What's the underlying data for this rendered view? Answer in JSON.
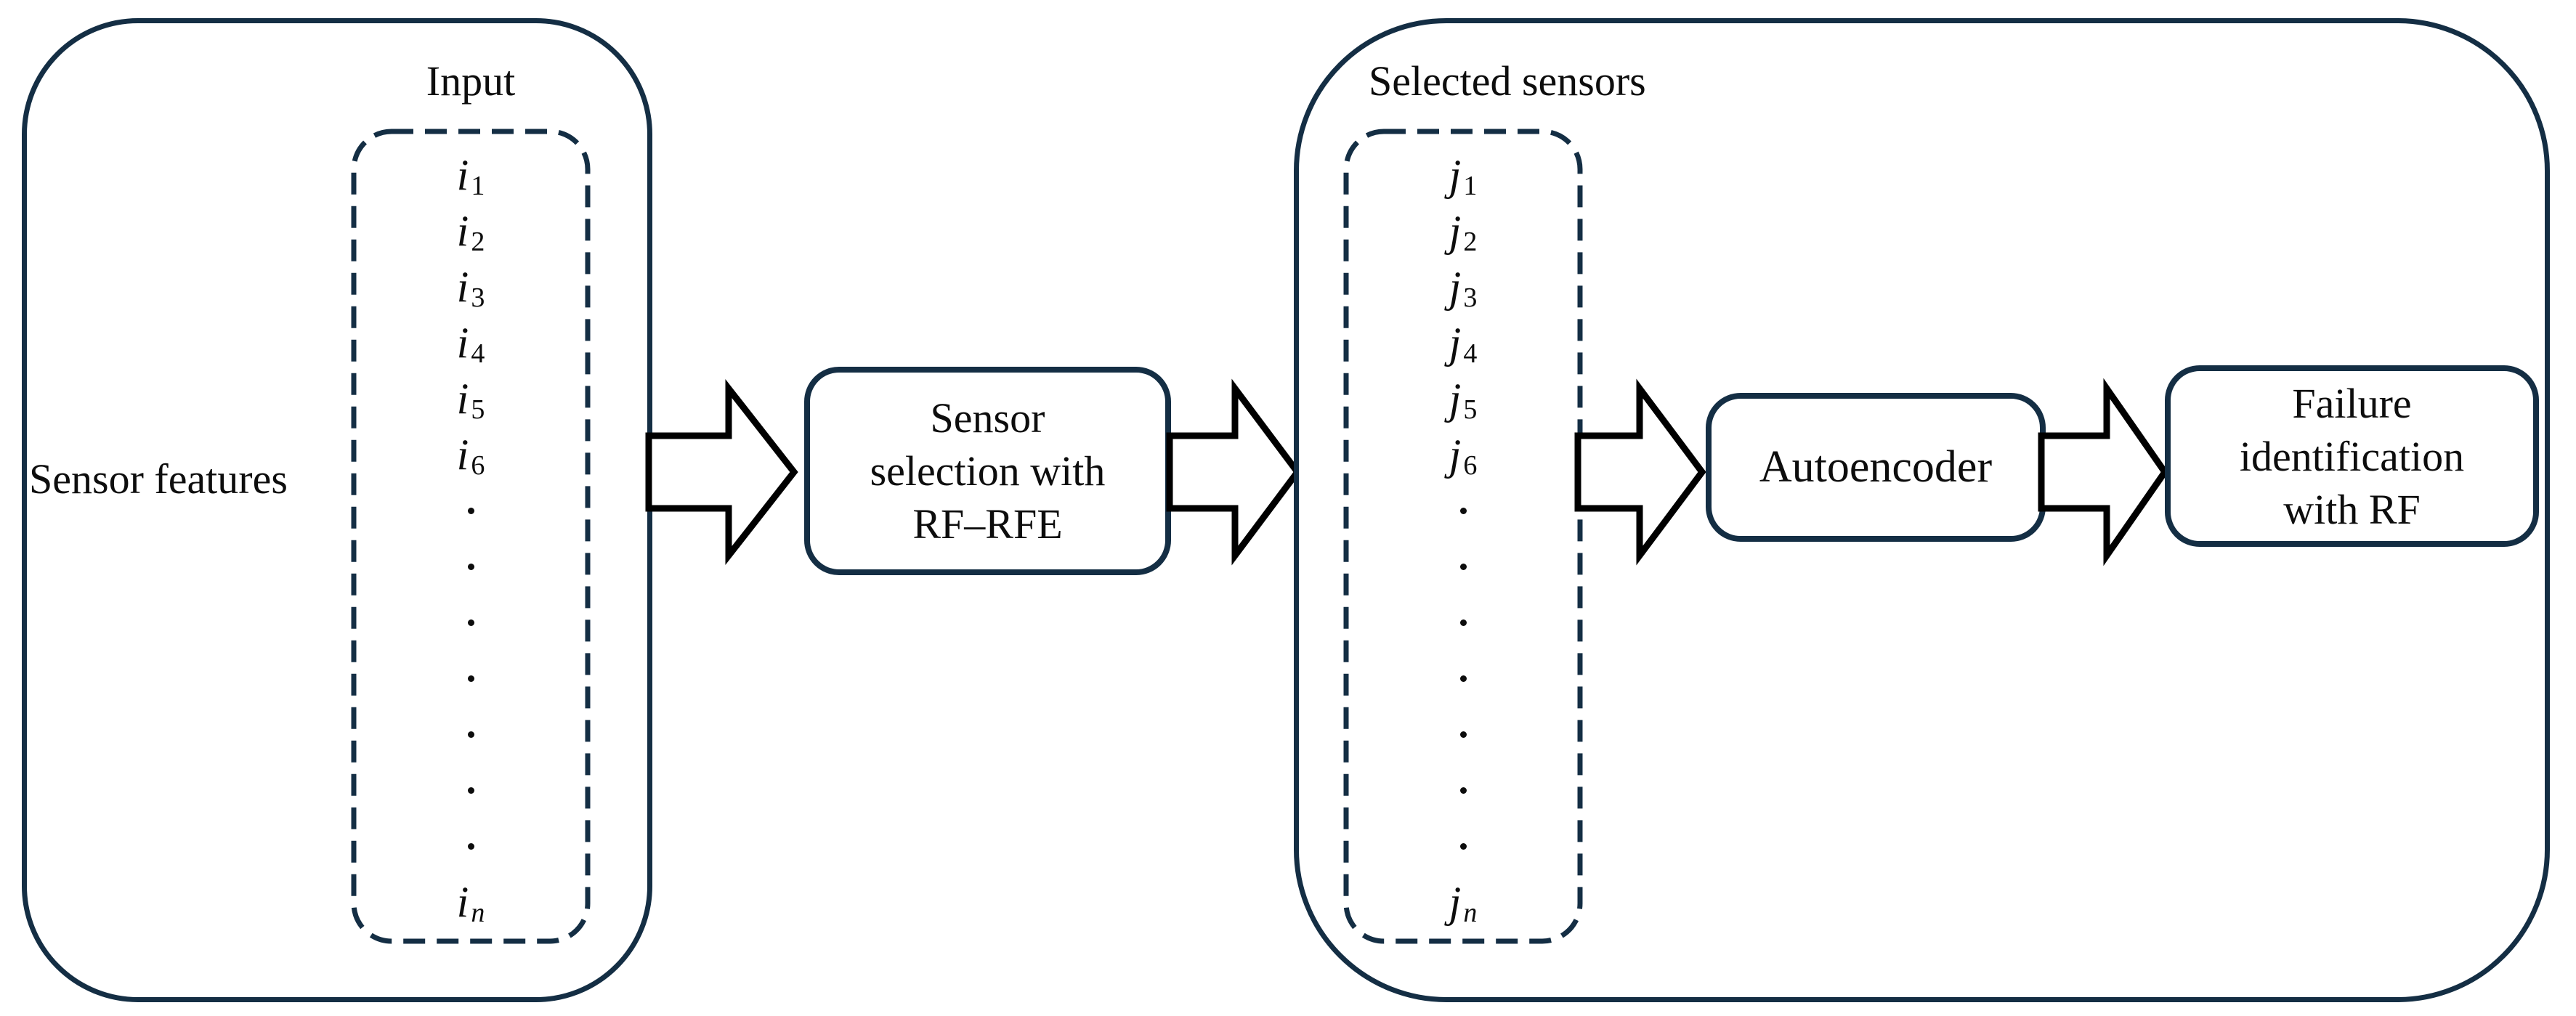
{
  "diagram": {
    "background_color": "#ffffff",
    "outline_color": "#142e44",
    "arrow_color": "#000000",
    "text_color": "#0d0d0d"
  },
  "left_panel": {
    "label": "Sensor features",
    "list_title": "Input",
    "items": [
      {
        "base": "i",
        "sub": "1"
      },
      {
        "base": "i",
        "sub": "2"
      },
      {
        "base": "i",
        "sub": "3"
      },
      {
        "base": "i",
        "sub": "4"
      },
      {
        "base": "i",
        "sub": "5"
      },
      {
        "base": "i",
        "sub": "6"
      },
      {
        "type": "dot"
      },
      {
        "type": "dot"
      },
      {
        "type": "dot"
      },
      {
        "type": "dot"
      },
      {
        "type": "dot"
      },
      {
        "type": "dot"
      },
      {
        "type": "dot"
      },
      {
        "base": "i",
        "sub": "n"
      }
    ]
  },
  "selection_box": {
    "lines": [
      "Sensor",
      "selection with",
      "RF–RFE"
    ]
  },
  "right_panel": {
    "label": "Selected sensors",
    "items": [
      {
        "base": "j",
        "sub": "1"
      },
      {
        "base": "j",
        "sub": "2"
      },
      {
        "base": "j",
        "sub": "3"
      },
      {
        "base": "j",
        "sub": "4"
      },
      {
        "base": "j",
        "sub": "5"
      },
      {
        "base": "j",
        "sub": "6"
      },
      {
        "type": "dot"
      },
      {
        "type": "dot"
      },
      {
        "type": "dot"
      },
      {
        "type": "dot"
      },
      {
        "type": "dot"
      },
      {
        "type": "dot"
      },
      {
        "type": "dot"
      },
      {
        "base": "j",
        "sub": "n"
      }
    ]
  },
  "autoencoder_box": {
    "label": "Autoencoder"
  },
  "failure_box": {
    "lines": [
      "Failure",
      "identification",
      "with RF"
    ]
  }
}
